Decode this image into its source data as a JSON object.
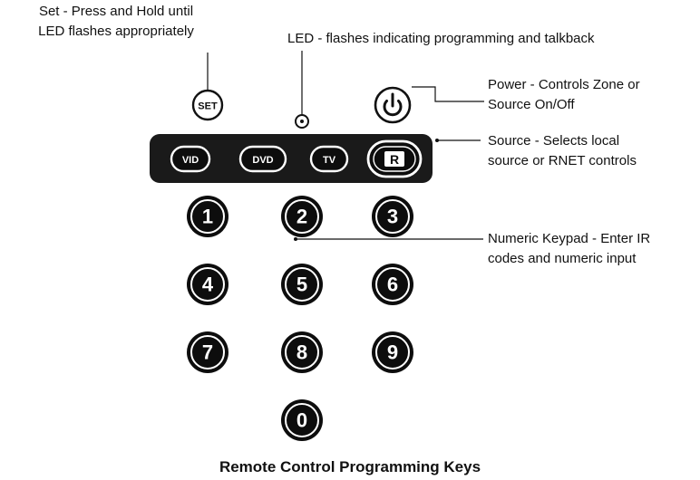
{
  "callouts": {
    "set": {
      "line1": "Set - Press and Hold until",
      "line2": "LED flashes appropriately"
    },
    "led": {
      "line1": "LED - flashes indicating programming and talkback"
    },
    "power": {
      "line1": "Power - Controls Zone or",
      "line2": "Source On/Off"
    },
    "source": {
      "line1": "Source - Selects local",
      "line2": "source or RNET controls"
    },
    "keypad": {
      "line1": "Numeric Keypad - Enter IR",
      "line2": "codes and numeric input"
    }
  },
  "buttons": {
    "set_label": "SET",
    "vid_label": "VID",
    "dvd_label": "DVD",
    "tv_label": "TV",
    "rnet_label": "R",
    "power_icon": "power-icon"
  },
  "keypad": {
    "keys": [
      "1",
      "2",
      "3",
      "4",
      "5",
      "6",
      "7",
      "8",
      "9",
      "0"
    ]
  },
  "caption": "Remote Control Programming Keys",
  "colors": {
    "key_fill": "#0d0d0d",
    "source_bar": "#1a1a1a",
    "text": "#111111",
    "background": "#ffffff"
  }
}
